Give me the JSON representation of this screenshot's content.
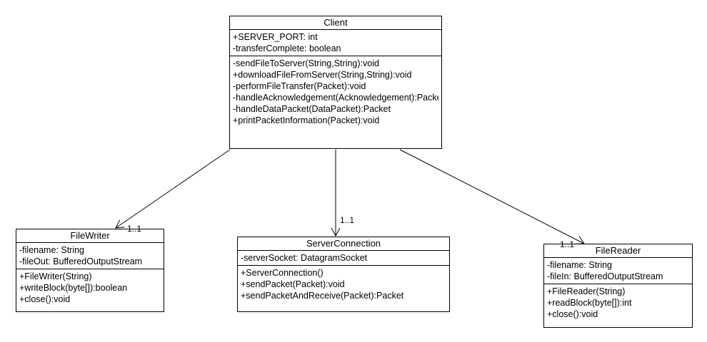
{
  "client": {
    "name": "Client",
    "attributes": [
      "+SERVER_PORT: int",
      "-transferComplete: boolean"
    ],
    "operations": [
      "-sendFileToServer(String,String):void",
      "+downloadFileFromServer(String,String):void",
      "-performFileTransfer(Packet):void",
      "-handleAcknowledgement(Acknowledgement):Packet",
      "-handleDataPacket(DataPacket):Packet",
      "+printPacketInformation(Packet):void"
    ]
  },
  "file_writer": {
    "name": "FileWriter",
    "attributes": [
      "-filename: String",
      "-fileOut: BufferedOutputStream"
    ],
    "operations": [
      "+FileWriter(String)",
      "+writeBlock(byte[]):boolean",
      "+close():void"
    ]
  },
  "server_connection": {
    "name": "ServerConnection",
    "attributes": [
      "-serverSocket: DatagramSocket"
    ],
    "operations": [
      "+ServerConnection()",
      "+sendPacket(Packet):void",
      "+sendPacketAndReceive(Packet):Packet"
    ]
  },
  "file_reader": {
    "name": "FileReader",
    "attributes": [
      "-filename: String",
      "-fileIn: BufferedOutputStream"
    ],
    "operations": [
      "+FileReader(String)",
      "+readBlock(byte[]):int",
      "+close():void"
    ]
  },
  "associations": {
    "client_to_file_writer": "1..1",
    "client_to_server_connection": "1..1",
    "client_to_file_reader": "1..1"
  }
}
